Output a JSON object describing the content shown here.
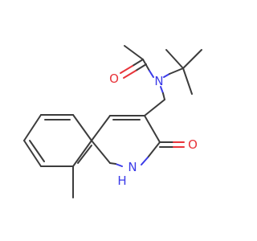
{
  "colors": {
    "background": "#ffffff",
    "bond": "#3c3c3c",
    "oxygen": "#e8343a",
    "nitrogen": "#3a3ae8"
  },
  "atoms": {
    "o_acetyl": "O",
    "n_amide": "N",
    "o_lactam": "O",
    "nh_ring": "H",
    "n_ring": "N"
  }
}
